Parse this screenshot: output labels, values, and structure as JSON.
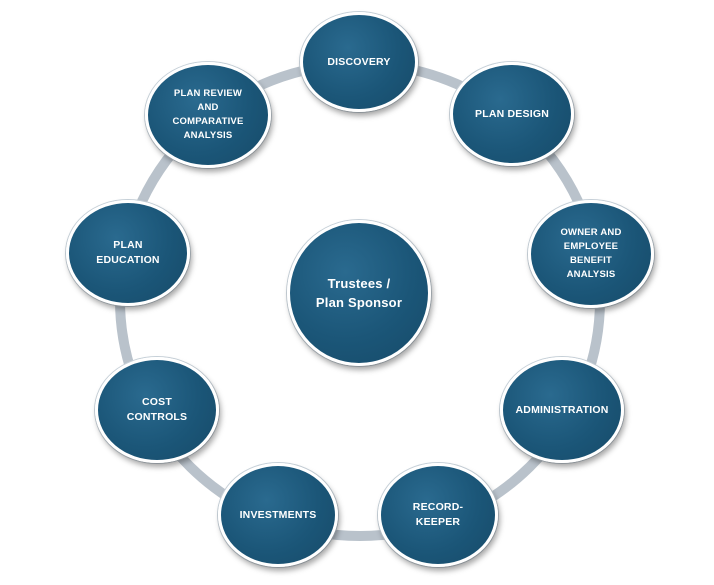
{
  "center": {
    "label": "Trustees /\nPlan Sponsor"
  },
  "nodes": {
    "discovery": "Discovery",
    "plan_design": "Plan Design",
    "owner_analysis": "Owner and\nemployee\nbenefit\nanalysis",
    "administration": "Administration",
    "record_keeper": "Record-keeper",
    "investments": "Investments",
    "cost_controls": "Cost\ncontrols",
    "plan_education": "Plan\neducation",
    "plan_review": "Plan Review\nand\ncomparative\nanalysis"
  },
  "colors": {
    "node_fill": "#1b5678",
    "ring": "#b9c2cb",
    "text": "#ffffff"
  }
}
